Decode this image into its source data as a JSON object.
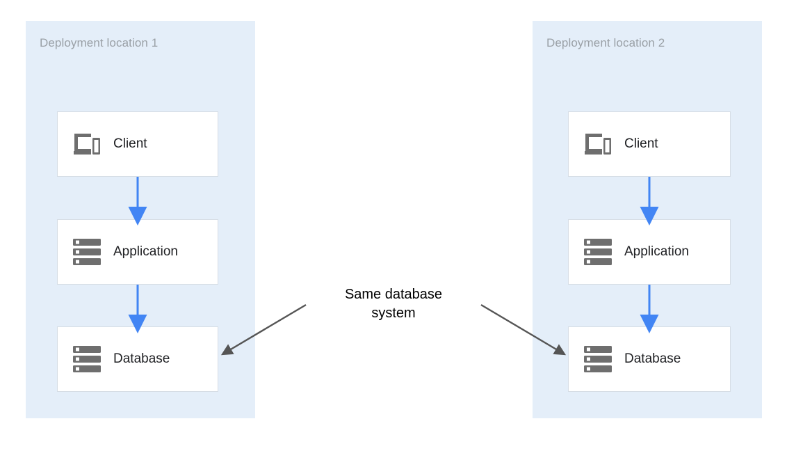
{
  "diagram": {
    "title_text": "Same database system",
    "annotation": {
      "line1": "Same database",
      "line2": "system"
    },
    "colors": {
      "zone_background": "#e4eef9",
      "zone_label": "#9aa0a6",
      "node_background": "#ffffff",
      "node_border": "#d6dde5",
      "node_label": "#202124",
      "flow_arrow": "#4285f4",
      "annotation_arrow": "#555555",
      "icon": "#6e6e6e",
      "page_background": "#ffffff"
    },
    "zones": [
      {
        "id": "zone-1",
        "label": "Deployment location 1",
        "nodes": [
          {
            "id": "client-1",
            "label": "Client",
            "icon": "devices-icon"
          },
          {
            "id": "application-1",
            "label": "Application",
            "icon": "server-stack-icon"
          },
          {
            "id": "database-1",
            "label": "Database",
            "icon": "server-stack-icon"
          }
        ],
        "flows": [
          {
            "from": "Client",
            "to": "Application"
          },
          {
            "from": "Application",
            "to": "Database"
          }
        ]
      },
      {
        "id": "zone-2",
        "label": "Deployment location 2",
        "nodes": [
          {
            "id": "client-2",
            "label": "Client",
            "icon": "devices-icon"
          },
          {
            "id": "application-2",
            "label": "Application",
            "icon": "server-stack-icon"
          },
          {
            "id": "database-2",
            "label": "Database",
            "icon": "server-stack-icon"
          }
        ],
        "flows": [
          {
            "from": "Client",
            "to": "Application"
          },
          {
            "from": "Application",
            "to": "Database"
          }
        ]
      }
    ],
    "callouts": [
      {
        "id": "callout-left",
        "target": "database-1"
      },
      {
        "id": "callout-right",
        "target": "database-2"
      }
    ]
  }
}
